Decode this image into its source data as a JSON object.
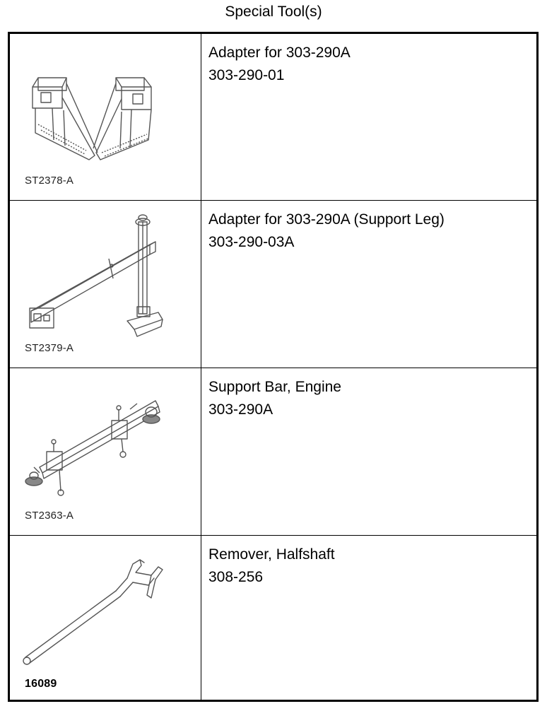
{
  "title": "Special Tool(s)",
  "tools": [
    {
      "image_code": "ST2378-A",
      "image_icon": "adapter-brackets-icon",
      "name": "Adapter for 303-290A",
      "number": "303-290-01"
    },
    {
      "image_code": "ST2379-A",
      "image_icon": "support-leg-icon",
      "name": "Adapter for 303-290A (Support Leg)",
      "number": "303-290-03A"
    },
    {
      "image_code": "ST2363-A",
      "image_icon": "engine-support-bar-icon",
      "name": "Support Bar, Engine",
      "number": "303-290A"
    },
    {
      "image_code": "16089",
      "image_icon": "halfshaft-remover-icon",
      "name": "Remover, Halfshaft",
      "number": "308-256"
    }
  ]
}
